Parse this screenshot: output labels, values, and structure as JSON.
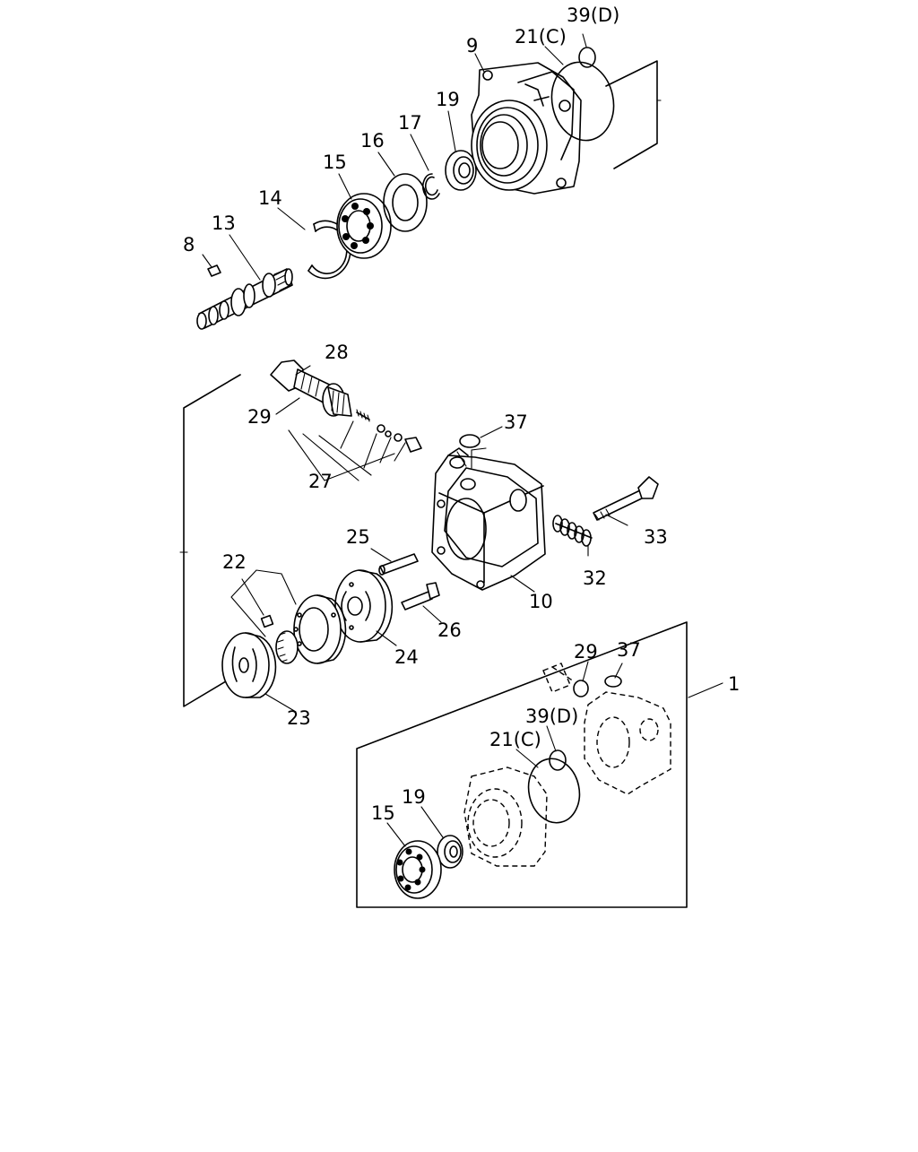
{
  "diagram": {
    "callouts": {
      "c1": "1",
      "c8": "8",
      "c9": "9",
      "c10": "10",
      "c13": "13",
      "c14": "14",
      "c15": "15",
      "c15b": "15",
      "c16": "16",
      "c17": "17",
      "c19": "19",
      "c19b": "19",
      "c21": "21(C)",
      "c21b": "21(C)",
      "c22": "22",
      "c23": "23",
      "c24": "24",
      "c25": "25",
      "c26": "26",
      "c27": "27",
      "c28": "28",
      "c29": "29",
      "c29b": "29",
      "c32": "32",
      "c33": "33",
      "c37": "37",
      "c37b": "37",
      "c39": "39(D)",
      "c39b": "39(D)"
    }
  }
}
